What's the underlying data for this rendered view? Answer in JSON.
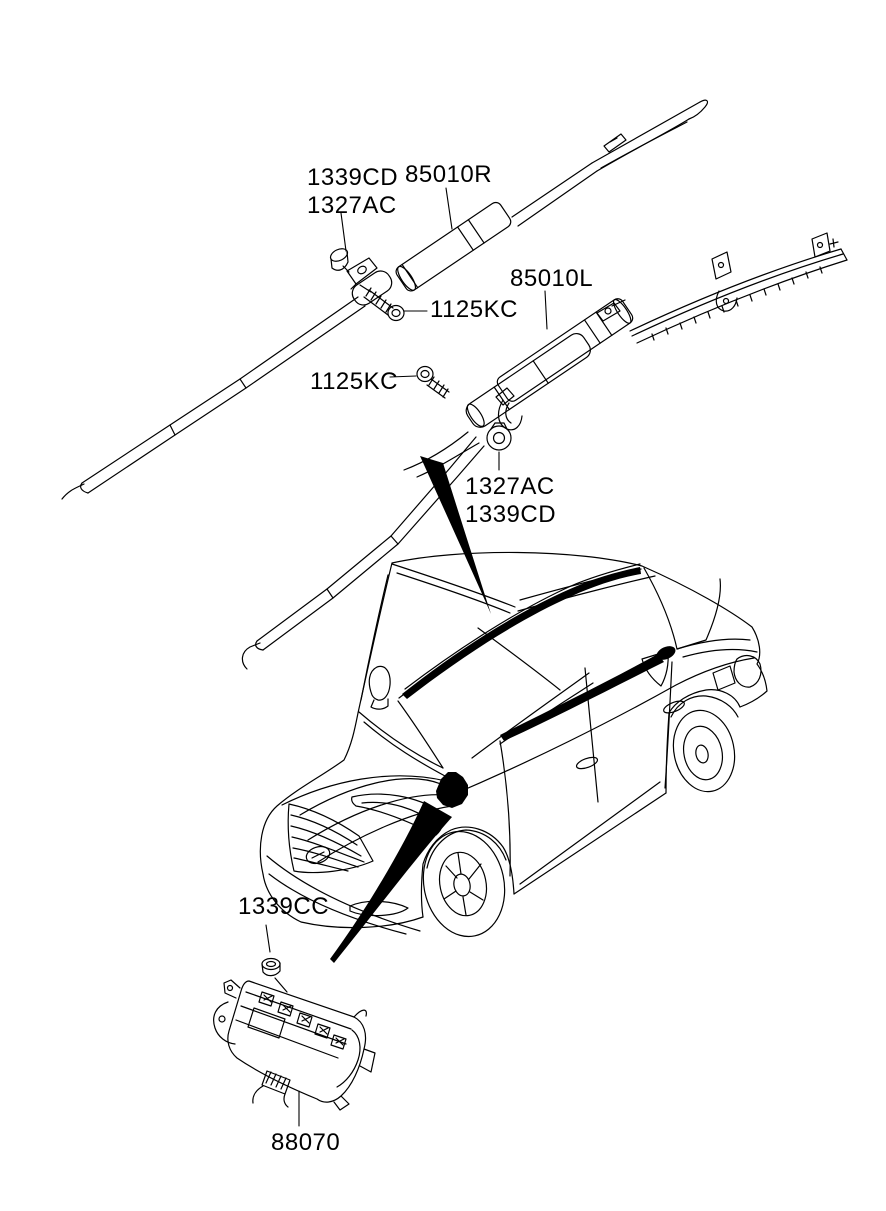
{
  "page": {
    "background": "#ffffff",
    "ink": "#000000",
    "highlight": "#000000",
    "description_hint": "Curtain air bag parts diagram"
  },
  "callouts": {
    "roof_clip": {
      "line1": "1339CD",
      "line2": "1327AC"
    },
    "curtain_right": {
      "text": "85010R"
    },
    "screw_upper": {
      "text": "1125KC"
    },
    "curtain_left": {
      "text": "85010L"
    },
    "screw_lower": {
      "text": "1125KC"
    },
    "roof_grommet": {
      "line1": "1327AC",
      "line2": "1339CD"
    },
    "panel_nut": {
      "text": "1339CC"
    },
    "passenger_airbag": {
      "text": "88070"
    }
  }
}
